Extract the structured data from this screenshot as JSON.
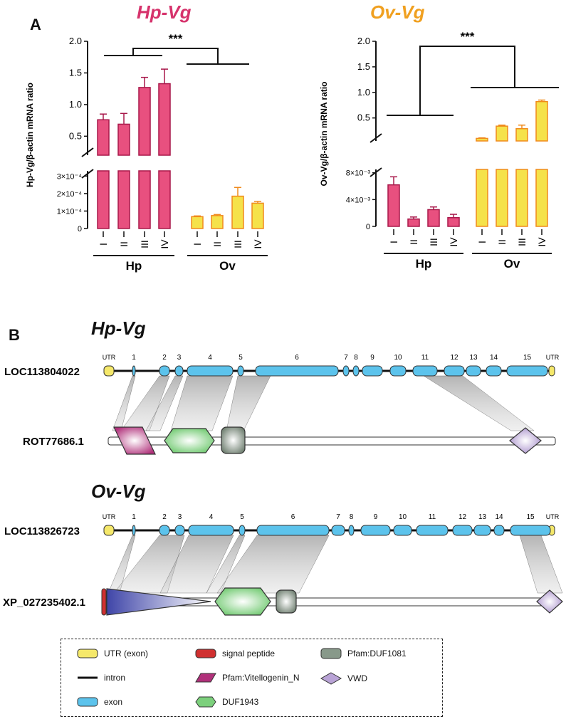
{
  "panel_a": {
    "letter": "A",
    "titles": {
      "hp": "Hp-Vg",
      "ov": "Ov-Vg"
    },
    "ylabel_hp": "Hp-Vg/β-actin mRNA ratio",
    "ylabel_ov": "Ov-Vg/β-actin mRNA ratio",
    "significance": "***"
  },
  "chart_data": [
    {
      "type": "bar",
      "title": "Hp-Vg",
      "ylabel": "Hp-Vg/β-actin mRNA ratio",
      "categories": [
        "I",
        "II",
        "III",
        "IV"
      ],
      "groups": [
        "Hp",
        "Ov"
      ],
      "series": [
        {
          "name": "Hp",
          "values": [
            0.76,
            0.69,
            1.27,
            1.33
          ],
          "errors": [
            0.09,
            0.17,
            0.16,
            0.23
          ],
          "color": "#e8507f"
        },
        {
          "name": "Ov",
          "values": [
            6.8e-05,
            7.4e-05,
            0.000185,
            0.000145
          ],
          "errors": [
            4e-06,
            6e-06,
            5e-05,
            1e-05
          ],
          "color": "#f5e24a"
        }
      ],
      "y_axis_broken": true,
      "upper_ticks": [
        "0.5",
        "1.0",
        "1.5",
        "2.0"
      ],
      "lower_ticks": [
        "0",
        "1×10⁻⁴",
        "2×10⁻⁴",
        "3×10⁻⁴"
      ],
      "ylim_upper": [
        0.2,
        2.0
      ],
      "ylim_lower": [
        0,
        0.00033
      ]
    },
    {
      "type": "bar",
      "title": "Ov-Vg",
      "ylabel": "Ov-Vg/β-actin mRNA ratio",
      "categories": [
        "I",
        "II",
        "III",
        "IV"
      ],
      "groups": [
        "Hp",
        "Ov"
      ],
      "series": [
        {
          "name": "Hp",
          "values": [
            0.0062,
            0.0011,
            0.0025,
            0.0013
          ],
          "errors": [
            0.0012,
            0.0003,
            0.0004,
            0.0005
          ],
          "color": "#e8507f"
        },
        {
          "name": "Ov",
          "values": [
            0.1,
            0.34,
            0.29,
            0.82
          ],
          "errors": [
            0.01,
            0.02,
            0.07,
            0.03
          ],
          "color": "#f5e24a"
        }
      ],
      "y_axis_broken": true,
      "upper_ticks": [
        "0.5",
        "1.0",
        "1.5",
        "2.0"
      ],
      "lower_ticks": [
        "0",
        "4×10⁻³",
        "8×10⁻³"
      ],
      "ylim_upper": [
        0.05,
        2.0
      ],
      "ylim_lower": [
        0,
        0.0085
      ]
    }
  ],
  "panel_b": {
    "letter": "B",
    "hp": {
      "title": "Hp-Vg",
      "gene": "LOC113804022",
      "protein": "ROT77686.1"
    },
    "ov": {
      "title": "Ov-Vg",
      "gene": "LOC113826723",
      "protein": "XP_027235402.1"
    },
    "utr_label": "UTR",
    "exon_numbers": [
      "1",
      "2",
      "3",
      "4",
      "5",
      "6",
      "7",
      "8",
      "9",
      "10",
      "11",
      "12",
      "13",
      "14",
      "15"
    ]
  },
  "legend": {
    "items": [
      {
        "label": "UTR (exon)",
        "color": "#f5e86a"
      },
      {
        "label": "intron",
        "color": "#111111"
      },
      {
        "label": "exon",
        "color": "#5cc3ec"
      },
      {
        "label": "signal peptide",
        "color": "#d03030"
      },
      {
        "label": "Pfam:Vitellogenin_N",
        "color": "#b0307a"
      },
      {
        "label": "DUF1943",
        "color": "#7cd07c"
      },
      {
        "label": "Pfam:DUF1081",
        "color": "#88998a"
      },
      {
        "label": "VWD",
        "color": "#b9a3d6"
      }
    ]
  }
}
